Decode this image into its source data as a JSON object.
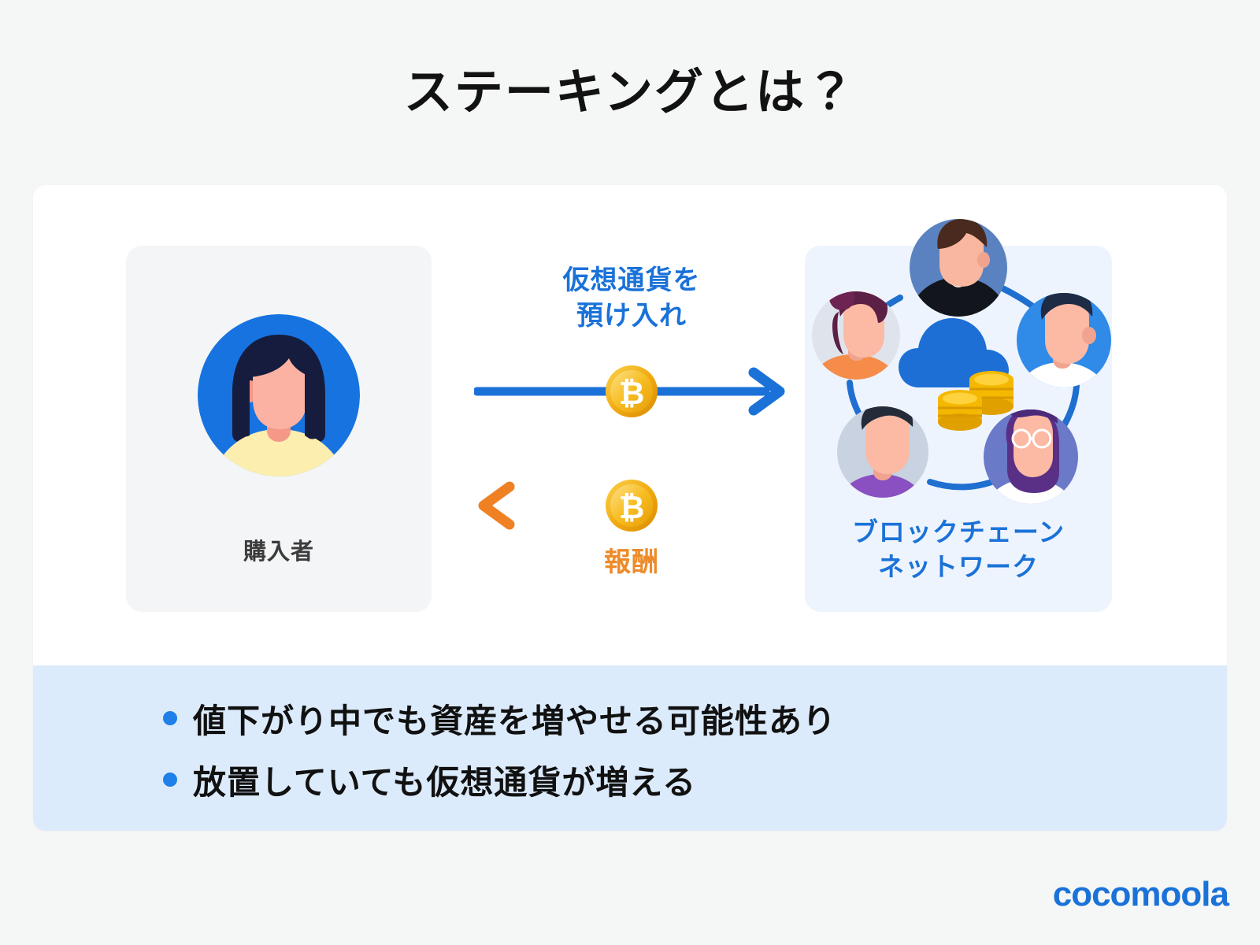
{
  "title": "ステーキングとは？",
  "buyer": {
    "label": "購入者",
    "avatar_icon": "female-avatar-icon",
    "panel_bg": "#f4f5f6"
  },
  "flow": {
    "deposit": {
      "label_line1": "仮想通貨を",
      "label_line2": "預け入れ",
      "color": "#1a72d8",
      "direction": "right",
      "coin_icon": "bitcoin-coin-icon"
    },
    "reward": {
      "label": "報酬",
      "color": "#ed8b2a",
      "direction": "left",
      "coin_icon": "bitcoin-coin-icon"
    }
  },
  "network": {
    "label_line1": "ブロックチェーン",
    "label_line2": "ネットワーク",
    "color": "#1a72d8",
    "panel_bg": "#eef4fd",
    "center_icon": "cloud-with-coins-icon",
    "nodes": [
      {
        "name": "node-top",
        "icon": "person-avatar-icon",
        "ring": "#5a82c0",
        "shirt": "#12161c",
        "hair": "#4a2a1e"
      },
      {
        "name": "node-left",
        "icon": "person-avatar-icon",
        "ring": "#dfe4ec",
        "shirt": "#f58c4a",
        "hair": "#5c1f45"
      },
      {
        "name": "node-right",
        "icon": "person-avatar-icon",
        "ring": "#2f8ae8",
        "shirt": "#ffffff",
        "hair": "#1d2b44"
      },
      {
        "name": "node-bottom-left",
        "icon": "person-avatar-icon",
        "ring": "#c8d2e0",
        "shirt": "#8a4fc0",
        "hair": "#242c3a"
      },
      {
        "name": "node-bottom-right",
        "icon": "person-avatar-icon",
        "ring": "#6a79c8",
        "shirt": "#ffffff",
        "hair": "#4c2a7a"
      }
    ]
  },
  "highlights": {
    "bg": "#dcebfc",
    "bullet_color": "#1e80e8",
    "items": [
      "値下がり中でも資産を増やせる可能性あり",
      "放置していても仮想通貨が増える"
    ]
  },
  "brand": {
    "name": "cocomoola",
    "color": "#1a72d8"
  },
  "colors": {
    "page_bg": "#f5f6f6",
    "card_bg": "#ffffff",
    "accent_blue": "#1a72d8",
    "accent_orange": "#ed8b2a",
    "coin_gold": "#f5b800"
  }
}
